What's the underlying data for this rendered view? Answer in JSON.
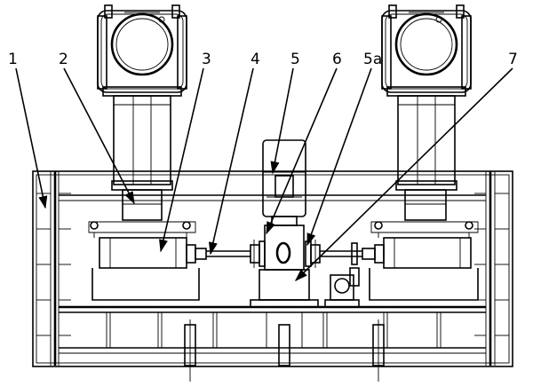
{
  "labels": [
    "1",
    "2",
    "3",
    "4",
    "5",
    "6",
    "5a",
    "7"
  ]
}
